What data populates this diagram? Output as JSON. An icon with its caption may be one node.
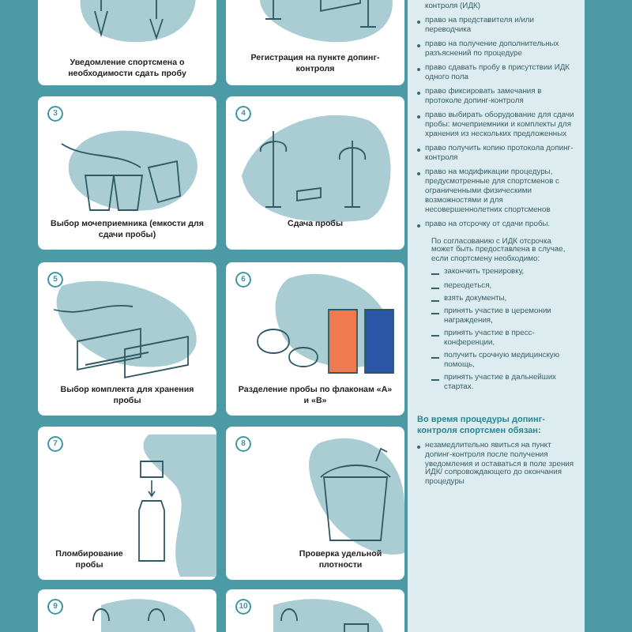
{
  "diagram": {
    "nodes": [
      {
        "text": [
          "Уведомление спортсмена о необходимости сдать пробу"
        ]
      },
      {
        "text": [
          "Регистрация на пункте допинг-контроля"
        ]
      },
      {
        "text": [
          "3",
          "Выбор мочеприемника (емкости для сдачи пробы)"
        ]
      },
      {
        "text": [
          "4",
          "Сдача пробы"
        ]
      },
      {
        "text": [
          "5",
          "Выбор комплекта для хранения пробы"
        ]
      },
      {
        "text": [
          "6",
          "Разделение пробы по флаконам «А» и «В»"
        ]
      },
      {
        "text": [
          "7",
          "Пломбирование пробы"
        ]
      },
      {
        "text": [
          "8",
          "Проверка удельной плотности"
        ]
      },
      {
        "text": [
          "9"
        ]
      },
      {
        "text": [
          "10"
        ]
      },
      {
        "text": [
          "с удостоверением инспектора допинг-контроля (ИДК)",
          "право на представителя и/или переводчика",
          "право на получение дополнительных разъяснений по процедуре",
          "право сдавать пробу в присутствии ИДК одного пола",
          "право фиксировать замечания в протоколе допинг-контроля",
          "право выбирать оборудование для сдачи пробы: мочеприемники и комплекты для хранения из нескольких предложенных",
          "право получить копию протокола допинг-контроля",
          "право на модификации процедуры, предусмотренные для спортсменов с ограниченными физическими возможностями и для несовершеннолетних спортсменов",
          "право на отсрочку от сдачи пробы.",
          "По согласованию с ИДК отсрочка может быть предоставлена в случае, если спортсмену необходимо:",
          "закончить тренировку,",
          "переодеться,",
          "взять документы,",
          "принять участие в церемонии награждения,",
          "принять участие в пресс-конференции,",
          "получить срочную медицинскую помощь,",
          "принять участие в дальнейших стартах.",
          "Во время процедуры допинг-контроля спортсмен обязан:",
          "незамедлительно явиться на пункт допинг-контроля после получения уведомления и оставаться в поле зрения ИДК/ сопровождающего до окончания процедуры"
        ]
      }
    ]
  }
}
